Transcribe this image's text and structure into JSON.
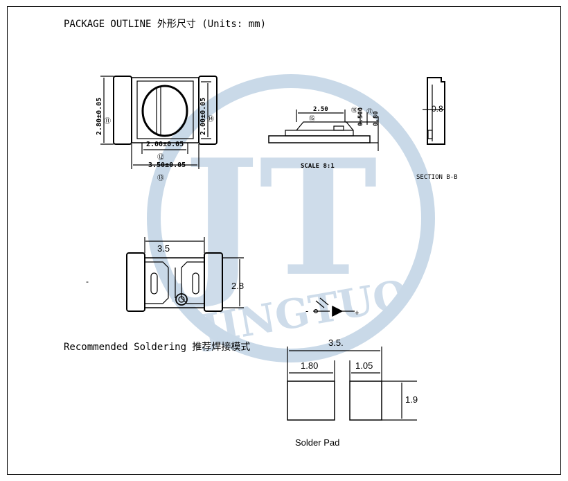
{
  "header": {
    "title": "PACKAGE OUTLINE 外形尺寸 (Units: mm)"
  },
  "watermark": {
    "monogram": "JT",
    "name": "JINGTUO",
    "color": "#c9d9e8"
  },
  "top_drawing": {
    "dim_width_inner": "2.00±0.05",
    "dim_width_outer": "3.50±0.05",
    "dim_height_left": "2.80±0.05",
    "dim_height_right": "2.00±0.05",
    "callout_11": "⑪",
    "callout_12": "⑫",
    "callout_13": "⑬",
    "callout_14": "⑭"
  },
  "side_drawing": {
    "dim_top": "2.50",
    "dim_a": "0.500",
    "dim_b": "0.80",
    "callout_15": "⑮",
    "callout_16": "⑯",
    "callout_17": "⑰",
    "scale": "SCALE 8:1"
  },
  "section": {
    "dim": "0.8",
    "label": "SECTION B-B"
  },
  "bottom_drawing": {
    "dash": "-",
    "dim_width": "3.5",
    "dim_height": "2.8",
    "polarity_minus": "-",
    "polarity_plus": "+"
  },
  "soldering": {
    "heading": "Recommended Soldering 推荐焊接模式",
    "dim_total": "3.5.",
    "dim_left": "1.80",
    "dim_right": "1.05",
    "dim_height": "1.9",
    "caption": "Solder Pad"
  }
}
